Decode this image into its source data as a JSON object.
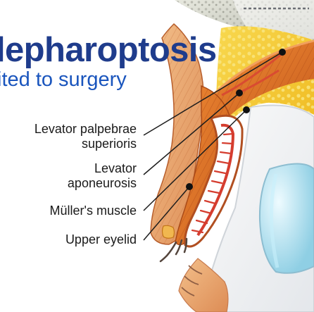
{
  "diagram": {
    "title": "lepharoptosis",
    "subtitle": "ited to surgery",
    "labels": [
      {
        "line1": "Levator palpebrae",
        "line2": "superioris"
      },
      {
        "line1": "Levator",
        "line2": "aponeurosis"
      },
      {
        "line1": "Müller's muscle",
        "line2": ""
      },
      {
        "line1": "Upper eyelid",
        "line2": ""
      }
    ]
  },
  "colors": {
    "title": "#1f3c8c",
    "subtitle": "#1a55bd",
    "labels": "#1a1a1a",
    "tissue": "#dd6a26",
    "fat": "#f3cb34",
    "bone": "#cfd0c6",
    "cornea": "#9fd8ea"
  }
}
